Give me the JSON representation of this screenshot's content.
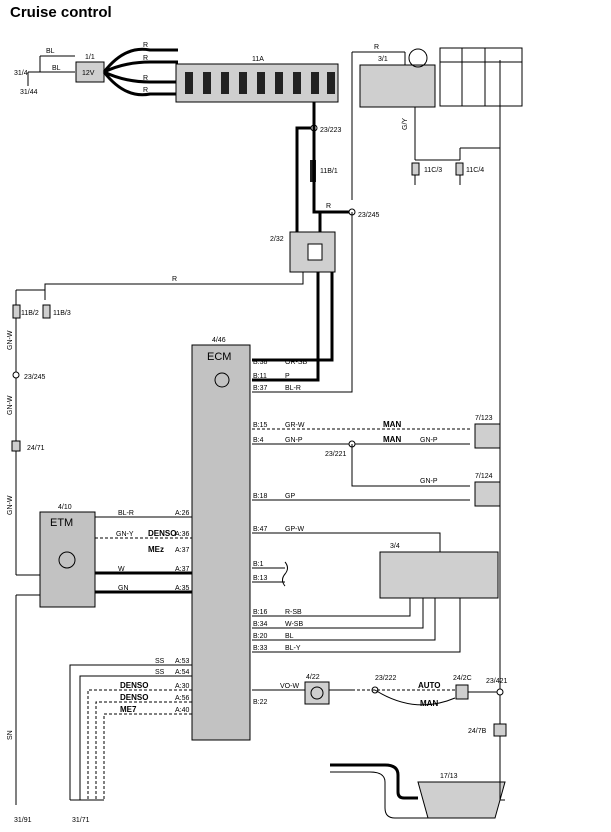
{
  "title": "Cruise control",
  "components": {
    "c1_1": "1/1",
    "c11a": "11A",
    "c3_1": "3/1",
    "c23_223": "23/223",
    "c11b_1": "11B/1",
    "c23_245": "23/245",
    "c2_32": "2/32",
    "c11c_3": "11C/3",
    "c11c_4": "11C/4",
    "c11b_2": "11B/2",
    "c11b_3": "11B/3",
    "c23_245b": "23/245",
    "c24_71": "24/71",
    "c4_46": "4/46",
    "c7_123": "7/123",
    "c23_221": "23/221",
    "c7_124": "7/124",
    "c4_10": "4/10",
    "c3_4": "3/4",
    "c4_22": "4/22",
    "c23_222": "23/222",
    "c24_2c": "24/2C",
    "c23_421": "23/421",
    "c24_7b": "24/7B",
    "c17_13": "17/13",
    "c31_4": "31/4",
    "c31_44": "31/44",
    "c31_91": "31/91",
    "c31_71": "31/71",
    "ecm": "ECM",
    "etm": "ETM",
    "v12": "12V"
  },
  "wires": {
    "bl": "BL",
    "r": "R",
    "gy": "G/Y",
    "gnw": "GN-W",
    "orsb": "OR-SB",
    "p": "P",
    "blr": "BL-R",
    "grw": "GR-W",
    "gnp": "GN-P",
    "gp": "GP",
    "grw2": "GP-W",
    "gny": "GN-Y",
    "w": "W",
    "gn": "GN",
    "rsb": "R-SB",
    "wsb": "W-SB",
    "bl2": "BL",
    "bly": "BL-Y",
    "ss": "SS",
    "vow": "VO-W",
    "sn": "SN",
    "man": "MAN",
    "auto": "AUTO",
    "denso": "DENSO",
    "mez": "MEz",
    "me7": "ME7"
  },
  "pins": {
    "b38": "B:38",
    "b11": "B:11",
    "b37": "B:37",
    "b15": "B:15",
    "b4": "B:4",
    "b18": "B:18",
    "b47": "B:47",
    "b1": "B:1",
    "b13": "B:13",
    "b16": "B:16",
    "b34": "B:34",
    "b20": "B:20",
    "b33": "B:33",
    "b22": "B:22",
    "a26": "A:26",
    "a36": "A:36",
    "a37": "A:37",
    "a35": "A:35",
    "a53": "A:53",
    "a54": "A:54",
    "a30": "A:30",
    "a56": "A:56",
    "a40": "A:40"
  }
}
